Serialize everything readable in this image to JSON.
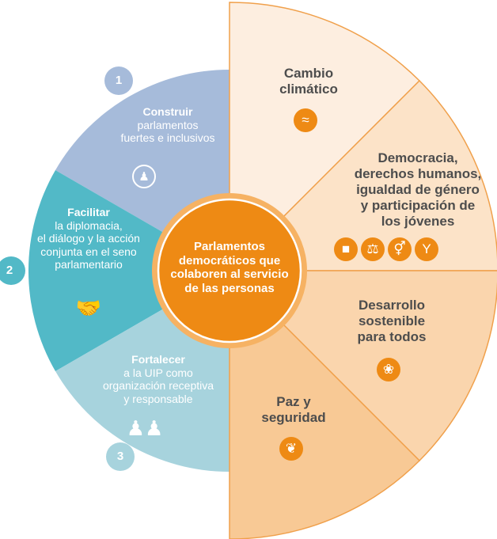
{
  "center": {
    "text": "Parlamentos democráticos que colaboren al servicio de las personas",
    "line1": "Parlamentos",
    "line2": "democráticos que",
    "line3": "colaboren al servicio",
    "line4": "de las personas"
  },
  "objectives": [
    {
      "number": "1",
      "title": "Construir",
      "lines": [
        "parlamentos",
        "fuertes e inclusivos"
      ],
      "icon": "people-cycle-icon",
      "color": "#a6bbda"
    },
    {
      "number": "2",
      "title": "Facilitar",
      "lines": [
        "la diplomacia,",
        "el diálogo y la acción",
        "conjunta en el seno",
        "parlamentario"
      ],
      "icon": "handshake-icon",
      "color": "#52b9c7"
    },
    {
      "number": "3",
      "title": "Fortalecer",
      "lines": [
        "a la UIP como",
        "organización receptiva",
        "y responsable"
      ],
      "icon": "group-icon",
      "color": "#a7d3dd"
    }
  ],
  "themes": [
    {
      "lines": [
        "Cambio",
        "climático"
      ],
      "icons": [
        "waves-icon"
      ],
      "color": "#fdeee0"
    },
    {
      "lines": [
        "Democracia,",
        "derechos humanos,",
        "igualdad de género",
        "y participación de",
        "los jóvenes"
      ],
      "icons": [
        "parliament-icon",
        "scales-icon",
        "gender-icon",
        "youth-icon"
      ],
      "color": "#fce3c8"
    },
    {
      "lines": [
        "Desarrollo",
        "sostenible",
        "para todos"
      ],
      "icons": [
        "plant-icon"
      ],
      "color": "#fad5ad"
    },
    {
      "lines": [
        "Paz y",
        "seguridad"
      ],
      "icons": [
        "dove-icon"
      ],
      "color": "#f8c995"
    }
  ],
  "colors": {
    "center_fill": "#ee8a14",
    "center_ring": "#f6b263",
    "right_border": "#f0a04b",
    "text_dark": "#4d4d4d"
  }
}
